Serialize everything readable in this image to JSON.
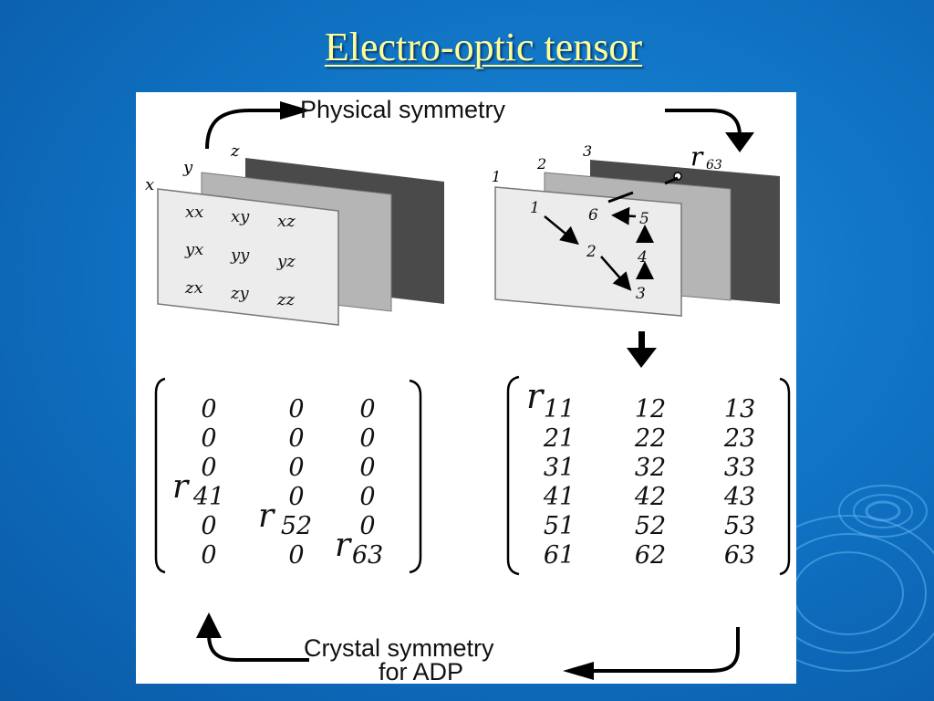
{
  "title": "Electro-optic tensor",
  "top_label": "Physical symmetry",
  "bottom_label_line1": "Crystal symmetry",
  "bottom_label_line2": "for ADP",
  "left_axes": [
    "x",
    "y",
    "z"
  ],
  "left_plane_labels": [
    [
      "xx",
      "xy",
      "xz"
    ],
    [
      "yx",
      "yy",
      "yz"
    ],
    [
      "zx",
      "zy",
      "zz"
    ]
  ],
  "right_plane_numbers": [
    "1",
    "2",
    "3"
  ],
  "right_r_symbol": "r",
  "right_r_sub": "63",
  "voigt_nodes": [
    "1",
    "2",
    "3",
    "4",
    "5",
    "6"
  ],
  "left_matrix": {
    "rows": [
      [
        "0",
        "0",
        "0"
      ],
      [
        "0",
        "0",
        "0"
      ],
      [
        "0",
        "0",
        "0"
      ],
      [
        "41",
        "0",
        "0"
      ],
      [
        "0",
        "52",
        "0"
      ],
      [
        "0",
        "0",
        "63"
      ]
    ],
    "r_symbol": "r"
  },
  "right_matrix": {
    "r_symbol": "r",
    "rows": [
      [
        "11",
        "12",
        "13"
      ],
      [
        "21",
        "22",
        "23"
      ],
      [
        "31",
        "32",
        "33"
      ],
      [
        "41",
        "42",
        "43"
      ],
      [
        "51",
        "52",
        "53"
      ],
      [
        "61",
        "62",
        "63"
      ]
    ]
  }
}
